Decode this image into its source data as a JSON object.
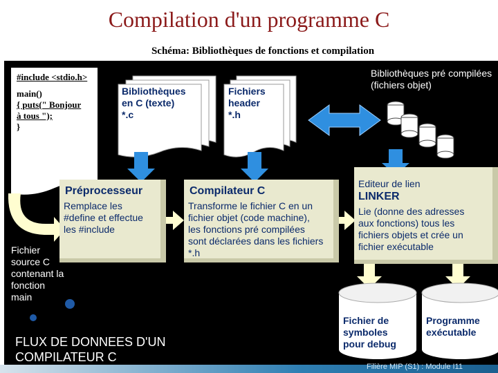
{
  "slide": {
    "title": "Compilation d'un programme C",
    "subtitle": "Schéma: Bibliothèques de fonctions et compilation"
  },
  "code_doc": {
    "lines": [
      "#include <stdio.h>",
      "main()",
      "{ puts(\" Bonjour",
      "à tous \");",
      "}"
    ]
  },
  "libs_c": {
    "lines": [
      "Bibliothèques",
      "en C (texte)",
      "*.c"
    ]
  },
  "headers": {
    "lines": [
      "Fichiers",
      "header",
      "*.h"
    ]
  },
  "precompiled": {
    "lines": [
      "Bibliothèques pré compilées",
      "(fichiers objet)"
    ]
  },
  "preprocessor": {
    "title": "Préprocesseur",
    "desc": [
      "Remplace les",
      "#define et  effectue",
      "les #include"
    ]
  },
  "compiler": {
    "title": "Compilateur C",
    "desc": [
      "Transforme le fichier C en un",
      "fichier objet (code machine),",
      "les fonctions pré compilées",
      "sont déclarées dans les fichiers",
      "*.h"
    ]
  },
  "linker": {
    "subtitle": "Editeur de lien",
    "title": "LINKER",
    "desc": [
      "Lie (donne des adresses",
      "aux fonctions) tous les",
      "fichiers objets et crée un",
      "fichier exécutable"
    ]
  },
  "source_file": {
    "lines": [
      "Fichier",
      "source C",
      "contenant la",
      "fonction",
      "main"
    ]
  },
  "flux": {
    "lines": [
      "FLUX DE DONNEES  D'UN",
      "COMPILATEUR  C"
    ]
  },
  "debug_barrel": {
    "lines": [
      "Fichier de",
      "symboles",
      "pour debug"
    ]
  },
  "exe_barrel": {
    "lines": [
      "Programme",
      "exécutable"
    ]
  },
  "footer": {
    "text": "Filière MIP (S1) : Module I11"
  },
  "colors": {
    "title": "#8b1a1a",
    "box_text": "#0b2a6b",
    "arrow_blue": "#2f8fe0",
    "box_fill": "#e9e9cf",
    "diagram_bg": "#000000"
  }
}
